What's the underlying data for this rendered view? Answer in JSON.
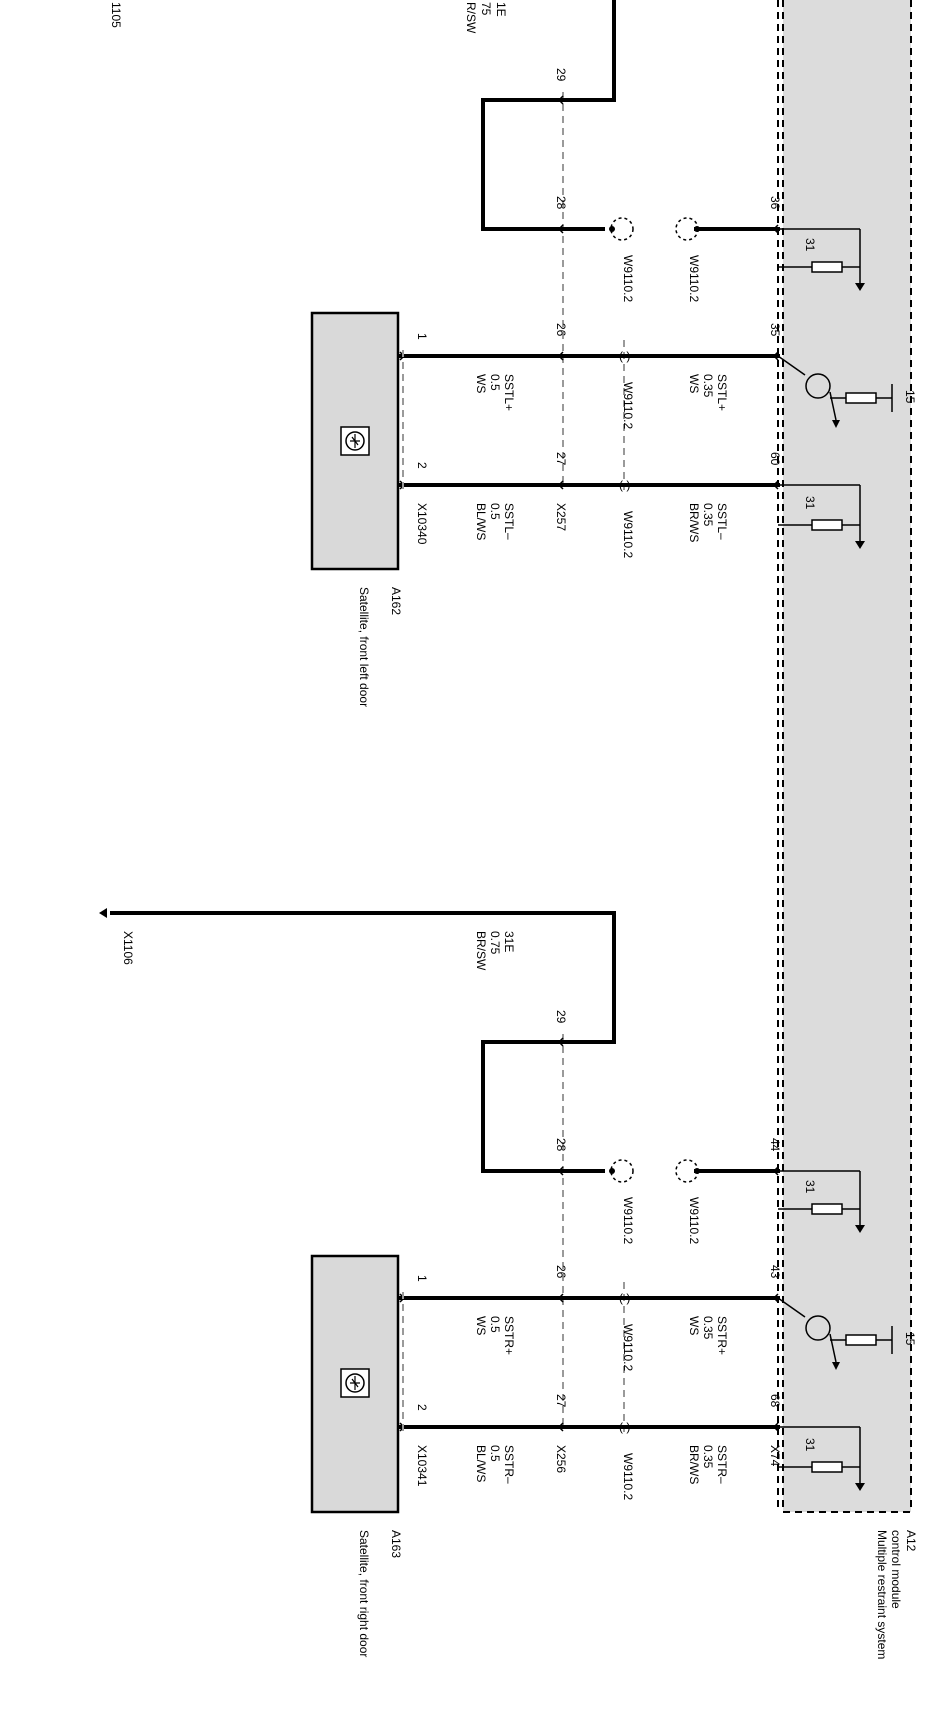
{
  "module": {
    "ref": "A12",
    "name": "Multiple restraint system control module",
    "connector": "X74",
    "supply_label": "15",
    "ground_label": "31"
  },
  "splice_label": "W9110.2",
  "ground_top_cut": "1105",
  "top_cut_label": {
    "signal": "1E",
    "size": "75",
    "color": "R/SW"
  },
  "circuits": [
    {
      "id": "left",
      "satellite_ref": "A162",
      "satellite_name": "Satellite, front left door",
      "satellite_connector": "X10340",
      "inline_connector": "X257",
      "module_pins": {
        "shield": "36",
        "plus": "35",
        "minus": "60"
      },
      "inline_pins": {
        "ground_in": "29",
        "shield": "28",
        "plus": "26",
        "minus": "27"
      },
      "satellite_pins": {
        "plus": "1",
        "minus": "2"
      },
      "wire_plus_module": {
        "signal": "SSTL+",
        "size": "0.35",
        "color": "WS"
      },
      "wire_minus_module": {
        "signal": "SSTL–",
        "size": "0.35",
        "color": "BR/WS"
      },
      "wire_plus_sat": {
        "signal": "SSTL+",
        "size": "0.5",
        "color": "WS"
      },
      "wire_minus_sat": {
        "signal": "SSTL–",
        "size": "0.5",
        "color": "BL/WS"
      }
    },
    {
      "id": "right",
      "satellite_ref": "A163",
      "satellite_name": "Satellite, front right door",
      "satellite_connector": "X10341",
      "inline_connector": "X256",
      "module_pins": {
        "shield": "44",
        "plus": "43",
        "minus": "68"
      },
      "inline_pins": {
        "ground_in": "29",
        "shield": "28",
        "plus": "26",
        "minus": "27"
      },
      "satellite_pins": {
        "plus": "1",
        "minus": "2"
      },
      "wire_plus_module": {
        "signal": "SSTR+",
        "size": "0.35",
        "color": "WS"
      },
      "wire_minus_module": {
        "signal": "SSTR–",
        "size": "0.35",
        "color": "BR/WS"
      },
      "wire_plus_sat": {
        "signal": "SSTR+",
        "size": "0.5",
        "color": "WS"
      },
      "wire_minus_sat": {
        "signal": "SSTR–",
        "size": "0.5",
        "color": "BL/WS"
      },
      "ground_wire": {
        "signal": "31E",
        "size": "0.75",
        "color": "BR/SW"
      },
      "ground_point": "X1106"
    }
  ]
}
